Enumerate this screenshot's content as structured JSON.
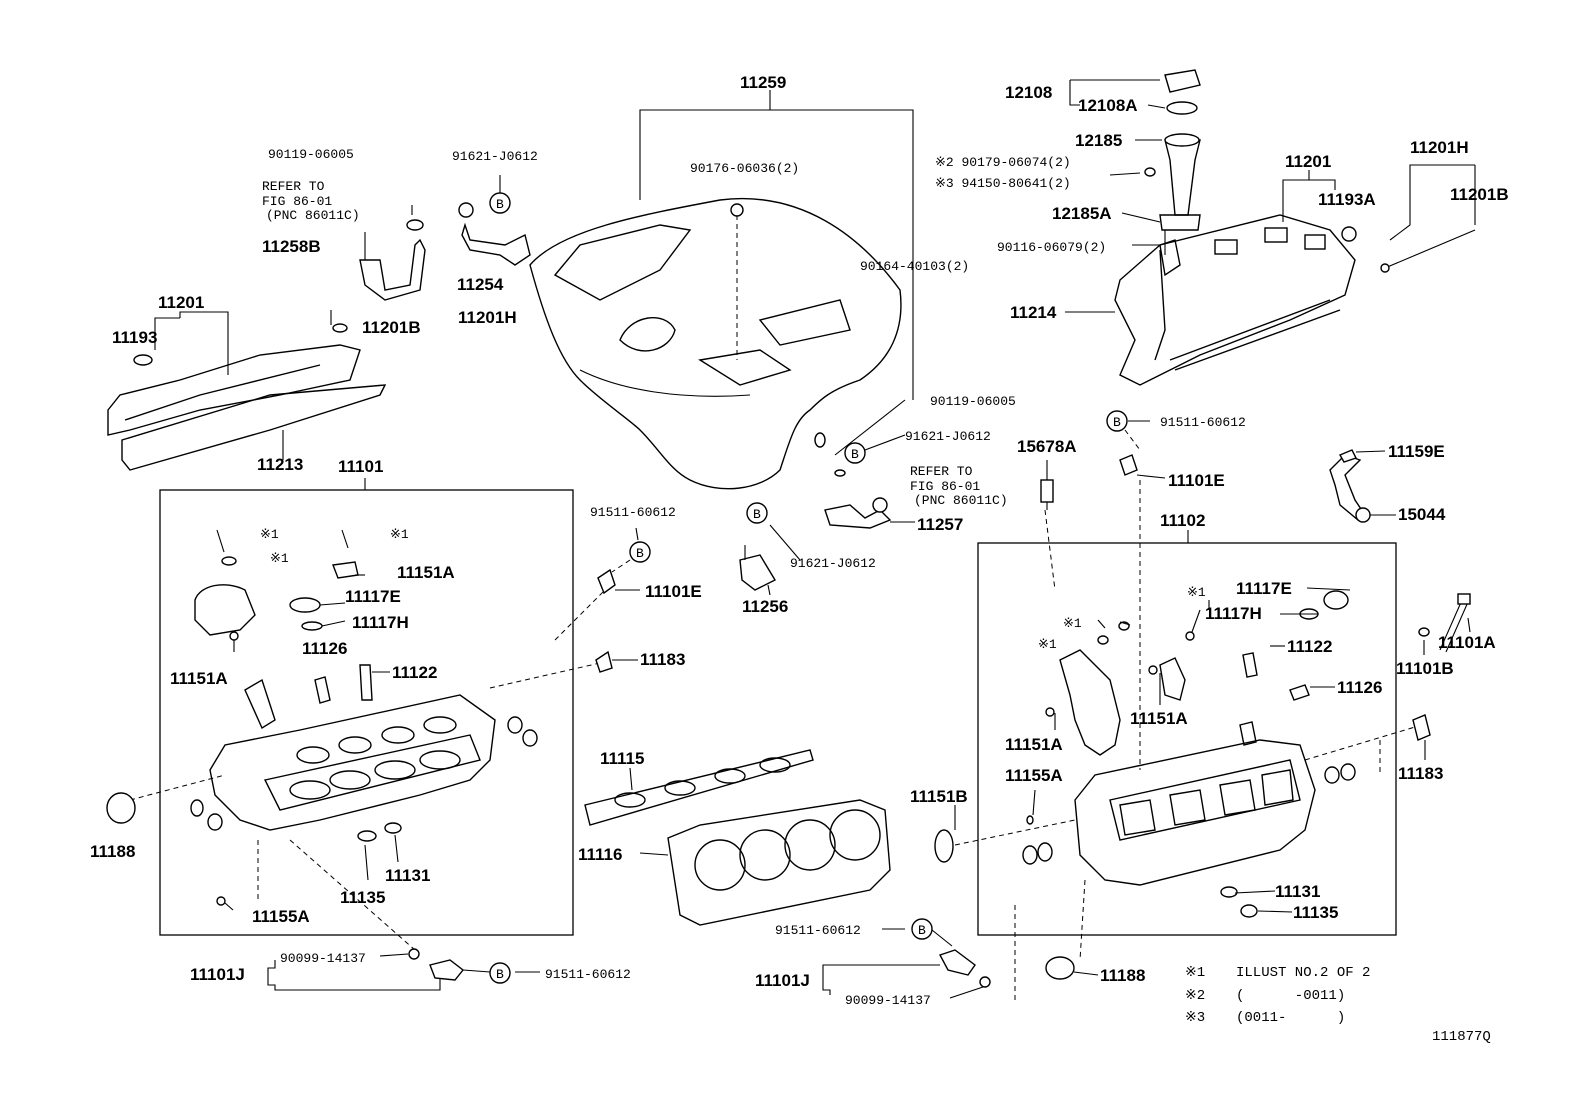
{
  "labels": {
    "l11259": "11259",
    "l90176": "90176-06036(2)",
    "l90164": "90164-40103(2)",
    "l12108": "12108",
    "l12108A": "12108A",
    "l12185": "12185",
    "l12185A": "12185A",
    "l90179": "※2 90179-06074(2)",
    "l94150": "※3 94150-80641(2)",
    "l90116": "90116-06079(2)",
    "l11201R": "11201",
    "l11193A": "11193A",
    "l11201H_R": "11201H",
    "l11201B_R": "11201B",
    "l11214": "11214",
    "l90119a": "90119-06005",
    "l_refer1a": "REFER TO",
    "l_refer1b": "FIG 86-01",
    "l_refer1c": "(PNC 86011C)",
    "l91621a": "91621-J0612",
    "l11258B": "11258B",
    "l11254": "11254",
    "l11201L": "11201",
    "l11193": "11193",
    "l11201B_L": "11201B",
    "l11201H_L": "11201H",
    "l11213": "11213",
    "l11101": "11101",
    "l_s1a": "※1",
    "l_s1b": "※1",
    "l_s1c": "※1",
    "l11151A_a": "11151A",
    "l11117E_L": "11117E",
    "l11117H_L": "11117H",
    "l11126_L": "11126",
    "l11122_L": "11122",
    "l11151A_b": "11151A",
    "l11188_L": "11188",
    "l11135_L": "11135",
    "l11131_L": "11131",
    "l11155A_L": "11155A",
    "l90099a": "90099-14137",
    "l11101J_L": "11101J",
    "l91511_b1": "91511-60612",
    "l91511_a": "91511-60612",
    "l11101E_L": "11101E",
    "l11183_L": "11183",
    "l11115": "11115",
    "l11116": "11116",
    "l91621b": "91621-J0612",
    "l11256": "11256",
    "l90119b": "90119-06005",
    "l91621c": "91621-J0612",
    "l_refer2a": "REFER TO",
    "l_refer2b": "FIG 86-01",
    "l_refer2c": "(PNC 86011C)",
    "l11257": "11257",
    "l15678A": "15678A",
    "l91511_c": "91511-60612",
    "l11101E_R": "11101E",
    "l11159E": "11159E",
    "l15044": "15044",
    "l11102": "11102",
    "l11117E_R": "11117E",
    "l11117H_R": "11117H",
    "l11122_R": "11122",
    "l11126_R": "11126",
    "l_s1d": "※1",
    "l_s1e": "※1",
    "l_s1f": "※1",
    "l11151A_c": "11151A",
    "l11151A_d": "11151A",
    "l11155A_R": "11155A",
    "l11151B": "11151B",
    "l11101A": "11101A",
    "l11101B": "11101B",
    "l11183_R": "11183",
    "l11131_R": "11131",
    "l11135_R": "11135",
    "l11188_R": "11188",
    "l91511_d": "91511-60612",
    "l11101J_R": "11101J",
    "l90099b": "90099-14137",
    "b": "B"
  },
  "notes": {
    "n1_key": "※1",
    "n1_val": "ILLUST NO.2 OF 2",
    "n2_key": "※2",
    "n2_val": "(      -0011)",
    "n3_key": "※3",
    "n3_val": "(0011-      )"
  },
  "figure_id": "111877Q"
}
